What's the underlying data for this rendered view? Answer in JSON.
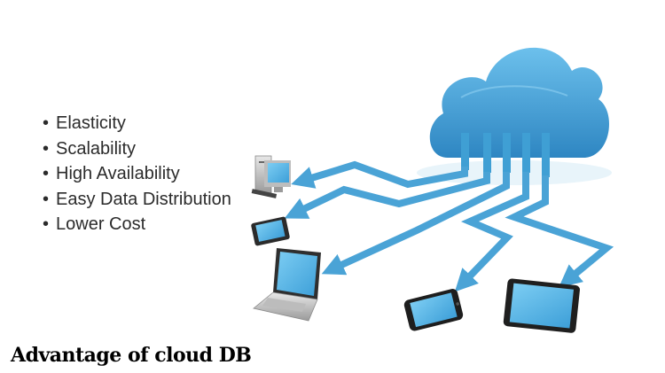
{
  "bullets": [
    "Elasticity",
    "Scalability",
    "High Availability",
    "Easy Data Distribution",
    "Lower Cost"
  ],
  "title": "Advantage of cloud DB",
  "colors": {
    "cloud": "#3f9fd4",
    "arrow": "#4aa3d6",
    "screen": "#4fb5ea"
  },
  "icons": [
    "cloud-icon",
    "desktop-computer-icon",
    "phone-icon",
    "laptop-icon",
    "smartphone-icon",
    "tablet-icon"
  ]
}
